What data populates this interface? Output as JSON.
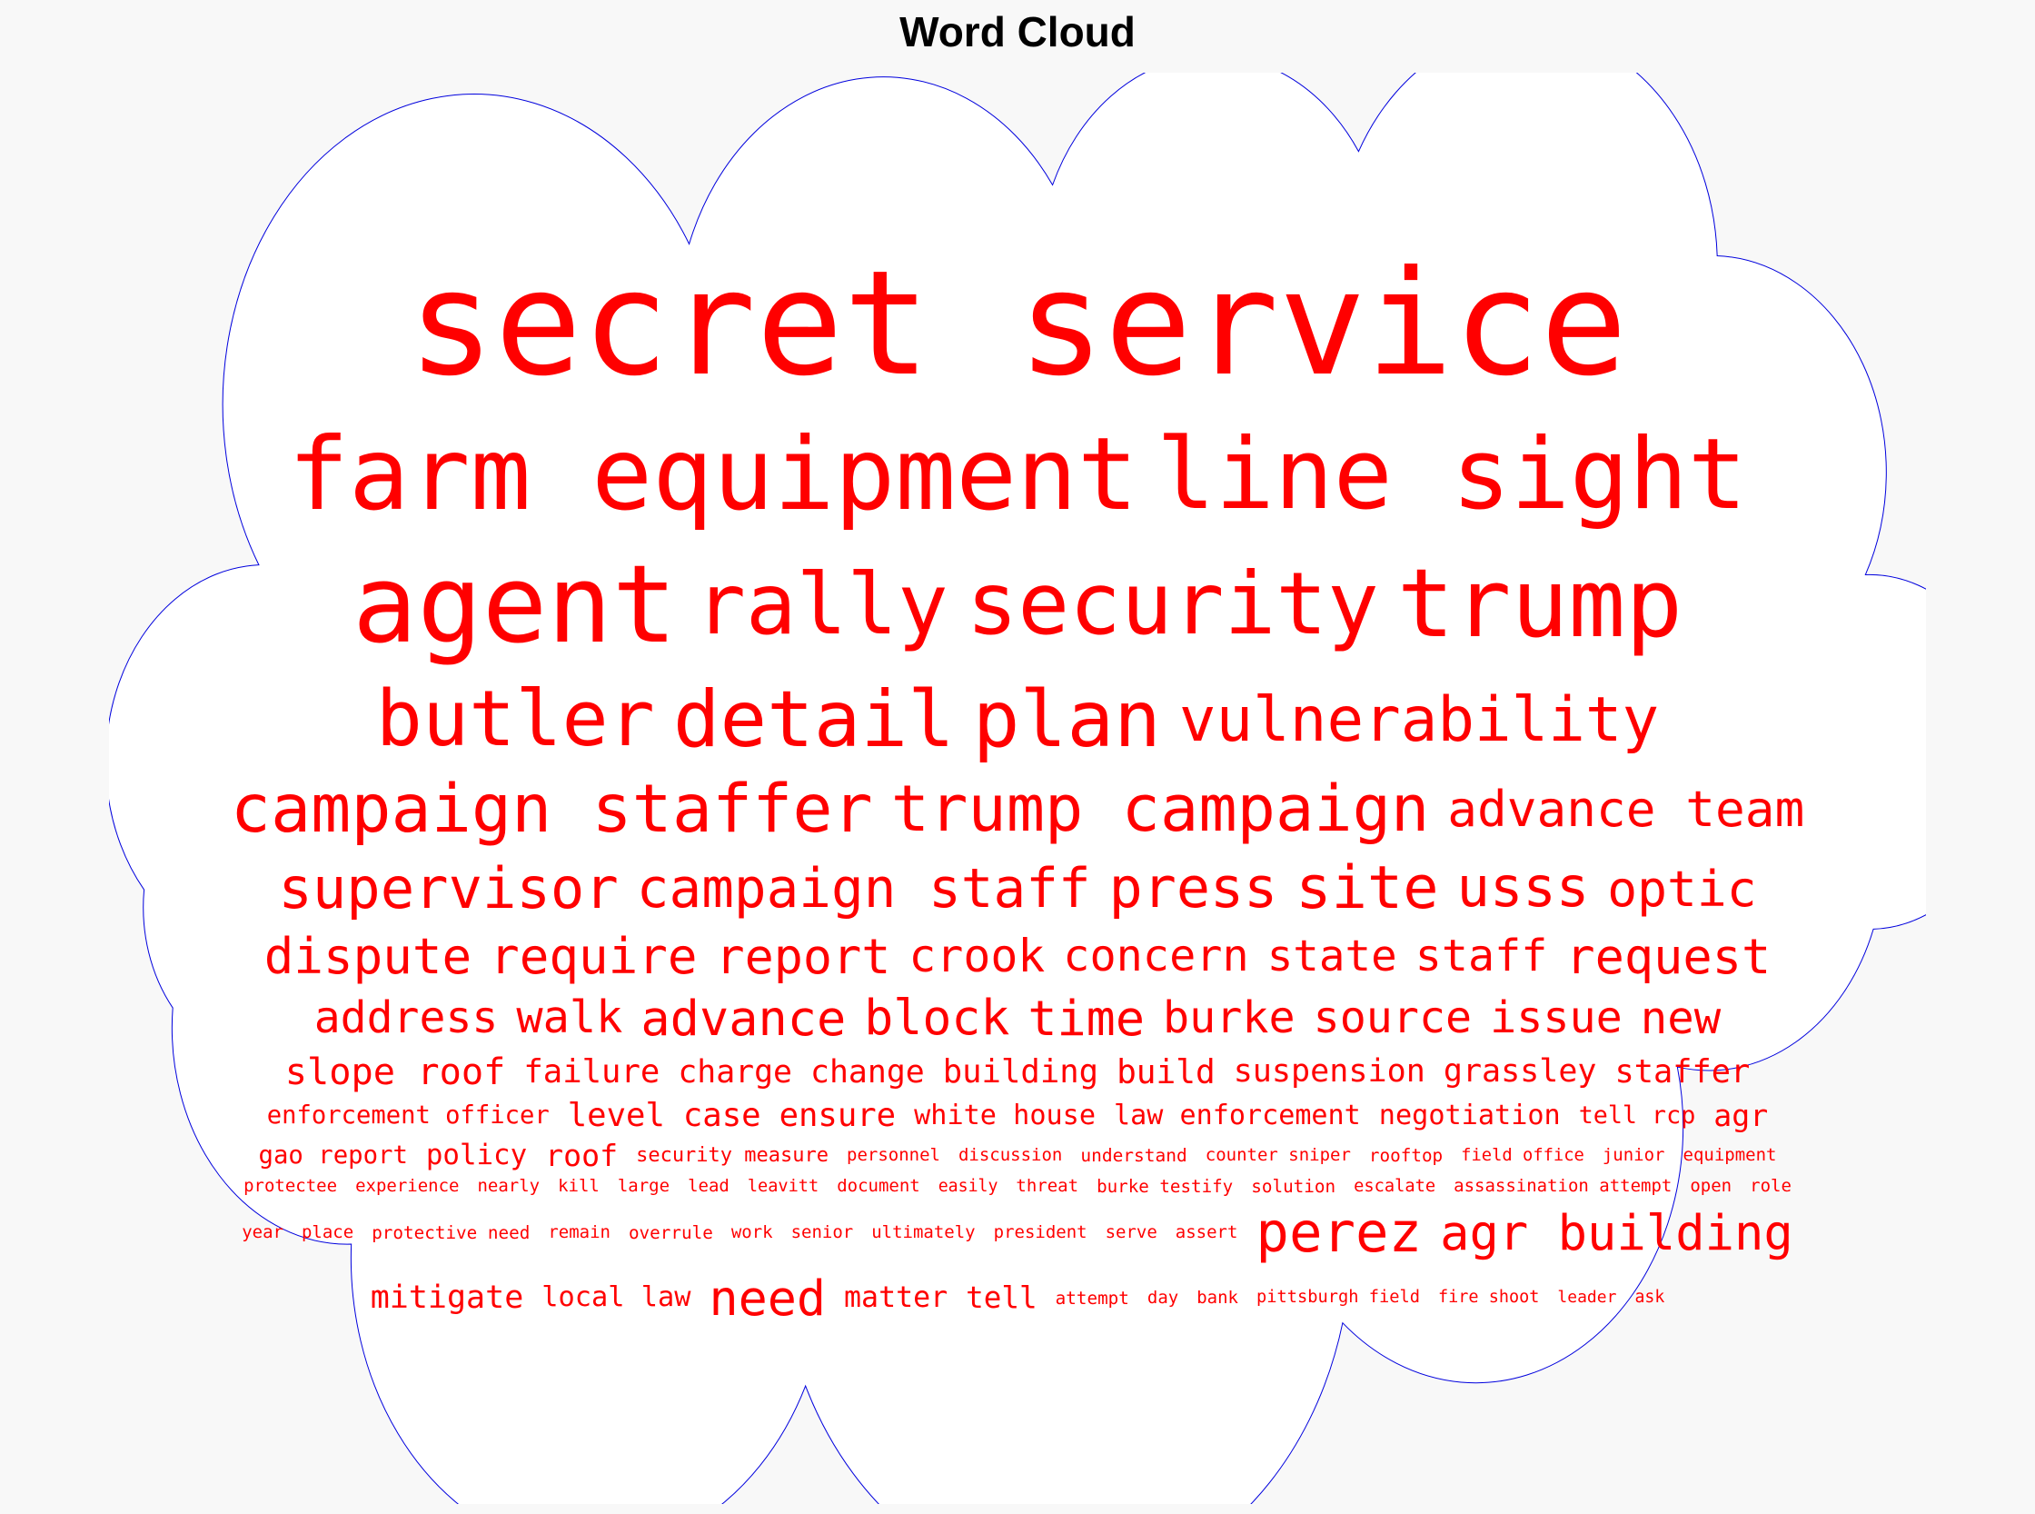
{
  "title": "Word Cloud",
  "colors": {
    "word": "#ff0000",
    "outline": "#0000dd",
    "background": "#f8f8f8",
    "fill": "#ffffff"
  },
  "chart_data": {
    "type": "wordcloud",
    "title": "Word Cloud",
    "words": [
      {
        "text": "secret service",
        "weight": 1.0
      },
      {
        "text": "farm equipment",
        "weight": 0.76
      },
      {
        "text": "line sight",
        "weight": 0.71
      },
      {
        "text": "agent",
        "weight": 0.81
      },
      {
        "text": "rally",
        "weight": 0.62
      },
      {
        "text": "security",
        "weight": 0.69
      },
      {
        "text": "trump",
        "weight": 0.71
      },
      {
        "text": "butler",
        "weight": 0.59
      },
      {
        "text": "detail",
        "weight": 0.62
      },
      {
        "text": "plan",
        "weight": 0.62
      },
      {
        "text": "vulnerability",
        "weight": 0.46
      },
      {
        "text": "campaign staffer",
        "weight": 0.48
      },
      {
        "text": "trump campaign",
        "weight": 0.46
      },
      {
        "text": "advance team",
        "weight": 0.34
      },
      {
        "text": "supervisor",
        "weight": 0.4
      },
      {
        "text": "campaign staff",
        "weight": 0.4
      },
      {
        "text": "press",
        "weight": 0.43
      },
      {
        "text": "site",
        "weight": 0.43
      },
      {
        "text": "usss",
        "weight": 0.36
      },
      {
        "text": "optic",
        "weight": 0.36
      },
      {
        "text": "dispute",
        "weight": 0.36
      },
      {
        "text": "require",
        "weight": 0.36
      },
      {
        "text": "report",
        "weight": 0.36
      },
      {
        "text": "crook",
        "weight": 0.36
      },
      {
        "text": "concern",
        "weight": 0.31
      },
      {
        "text": "state",
        "weight": 0.33
      },
      {
        "text": "staff",
        "weight": 0.33
      },
      {
        "text": "request",
        "weight": 0.33
      },
      {
        "text": "address",
        "weight": 0.31
      },
      {
        "text": "walk",
        "weight": 0.31
      },
      {
        "text": "advance",
        "weight": 0.36
      },
      {
        "text": "block",
        "weight": 0.36
      },
      {
        "text": "time",
        "weight": 0.33
      },
      {
        "text": "burke",
        "weight": 0.3
      },
      {
        "text": "source",
        "weight": 0.3
      },
      {
        "text": "issue",
        "weight": 0.31
      },
      {
        "text": "new",
        "weight": 0.31
      },
      {
        "text": "slope roof",
        "weight": 0.27
      },
      {
        "text": "failure",
        "weight": 0.26
      },
      {
        "text": "charge",
        "weight": 0.26
      },
      {
        "text": "change",
        "weight": 0.26
      },
      {
        "text": "building",
        "weight": 0.24
      },
      {
        "text": "build",
        "weight": 0.24
      },
      {
        "text": "suspension",
        "weight": 0.23
      },
      {
        "text": "grassley",
        "weight": 0.24
      },
      {
        "text": "staffer",
        "weight": 0.26
      },
      {
        "text": "enforcement officer",
        "weight": 0.19
      },
      {
        "text": "level",
        "weight": 0.27
      },
      {
        "text": "case",
        "weight": 0.24
      },
      {
        "text": "ensure",
        "weight": 0.24
      },
      {
        "text": "white house",
        "weight": 0.21
      },
      {
        "text": "law enforcement",
        "weight": 0.21
      },
      {
        "text": "negotiation",
        "weight": 0.21
      },
      {
        "text": "tell rcp",
        "weight": 0.21
      },
      {
        "text": "agr",
        "weight": 0.21
      },
      {
        "text": "gao report",
        "weight": 0.19
      },
      {
        "text": "policy",
        "weight": 0.21
      },
      {
        "text": "roof",
        "weight": 0.24
      },
      {
        "text": "security measure",
        "weight": 0.15
      },
      {
        "text": "personnel",
        "weight": 0.12
      },
      {
        "text": "discussion",
        "weight": 0.12
      },
      {
        "text": "understand",
        "weight": 0.12
      },
      {
        "text": "counter sniper",
        "weight": 0.12
      },
      {
        "text": "rooftop",
        "weight": 0.12
      },
      {
        "text": "field office",
        "weight": 0.12
      },
      {
        "text": "junior",
        "weight": 0.12
      },
      {
        "text": "equipment",
        "weight": 0.12
      },
      {
        "text": "protectee",
        "weight": 0.12
      },
      {
        "text": "experience",
        "weight": 0.12
      },
      {
        "text": "nearly",
        "weight": 0.12
      },
      {
        "text": "kill",
        "weight": 0.12
      },
      {
        "text": "large",
        "weight": 0.12
      },
      {
        "text": "lead",
        "weight": 0.12
      },
      {
        "text": "leavitt",
        "weight": 0.12
      },
      {
        "text": "document",
        "weight": 0.12
      },
      {
        "text": "easily",
        "weight": 0.12
      },
      {
        "text": "threat",
        "weight": 0.12
      },
      {
        "text": "burke testify",
        "weight": 0.12
      },
      {
        "text": "solution",
        "weight": 0.12
      },
      {
        "text": "escalate",
        "weight": 0.12
      },
      {
        "text": "assassination attempt",
        "weight": 0.12
      },
      {
        "text": "open",
        "weight": 0.12
      },
      {
        "text": "role",
        "weight": 0.12
      },
      {
        "text": "year",
        "weight": 0.12
      },
      {
        "text": "place",
        "weight": 0.12
      },
      {
        "text": "protective need",
        "weight": 0.12
      },
      {
        "text": "remain",
        "weight": 0.12
      },
      {
        "text": "overrule",
        "weight": 0.12
      },
      {
        "text": "work",
        "weight": 0.12
      },
      {
        "text": "senior",
        "weight": 0.12
      },
      {
        "text": "ultimately",
        "weight": 0.12
      },
      {
        "text": "president",
        "weight": 0.12
      },
      {
        "text": "serve",
        "weight": 0.12
      },
      {
        "text": "assert",
        "weight": 0.12
      },
      {
        "text": "perez",
        "weight": 0.36
      },
      {
        "text": "agr building",
        "weight": 0.36
      },
      {
        "text": "mitigate",
        "weight": 0.24
      },
      {
        "text": "local law",
        "weight": 0.21
      },
      {
        "text": "need",
        "weight": 0.29
      },
      {
        "text": "matter",
        "weight": 0.24
      },
      {
        "text": "tell",
        "weight": 0.26
      },
      {
        "text": "attempt",
        "weight": 0.12
      },
      {
        "text": "day",
        "weight": 0.12
      },
      {
        "text": "bank",
        "weight": 0.12
      },
      {
        "text": "pittsburgh field",
        "weight": 0.12
      },
      {
        "text": "fire shoot",
        "weight": 0.12
      },
      {
        "text": "leader",
        "weight": 0.12
      },
      {
        "text": "ask",
        "weight": 0.12
      }
    ]
  }
}
